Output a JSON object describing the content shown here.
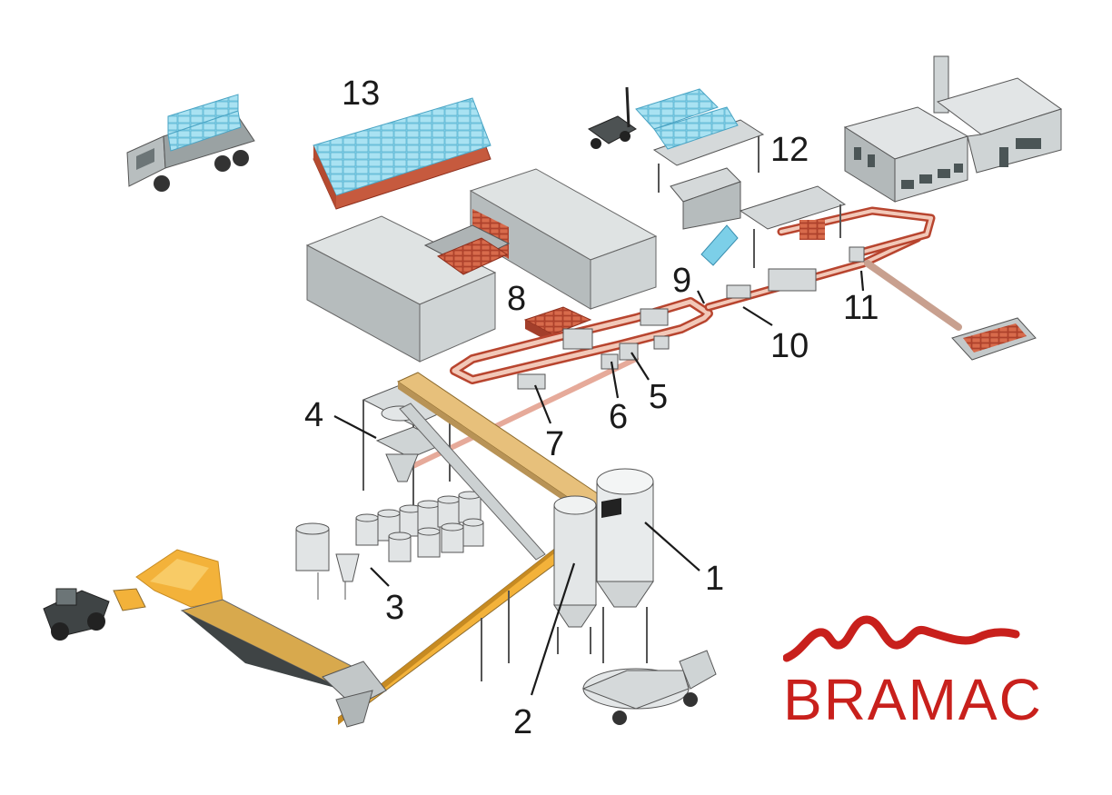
{
  "labels": {
    "n1": "1",
    "n2": "2",
    "n3": "3",
    "n4": "4",
    "n5": "5",
    "n6": "6",
    "n7": "7",
    "n8": "8",
    "n9": "9",
    "n10": "10",
    "n11": "11",
    "n12": "12",
    "n13": "13"
  },
  "brand": {
    "name": "BRAMAC"
  },
  "colors": {
    "sand": "#f3b23a",
    "conveyor": "#d9a55a",
    "tile_red": "#c0472f",
    "tile_blue": "#7ccfe8",
    "building_gray": "#c6cccd",
    "brand_red": "#c8201c",
    "line": "#1a1a1a"
  }
}
